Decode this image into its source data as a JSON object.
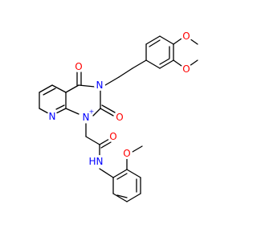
{
  "molecule": {
    "atom_labels": {
      "o_methoxy_upper": "O",
      "o_methoxy_lower": "O",
      "o_carbonyl_top": "O",
      "n_ring3": "N",
      "o_carbonyl_right": "O",
      "n_pyridine": "N",
      "n_ring1": "N",
      "n_ring1_charge": "+",
      "o_amide": "O",
      "n_amide": "N",
      "h_amide": "H",
      "o_anisole": "O"
    },
    "colors": {
      "bond": "#000000",
      "oxygen": "#ff0000",
      "nitrogen": "#0000ff",
      "hydrogen": "#0000ff"
    }
  }
}
